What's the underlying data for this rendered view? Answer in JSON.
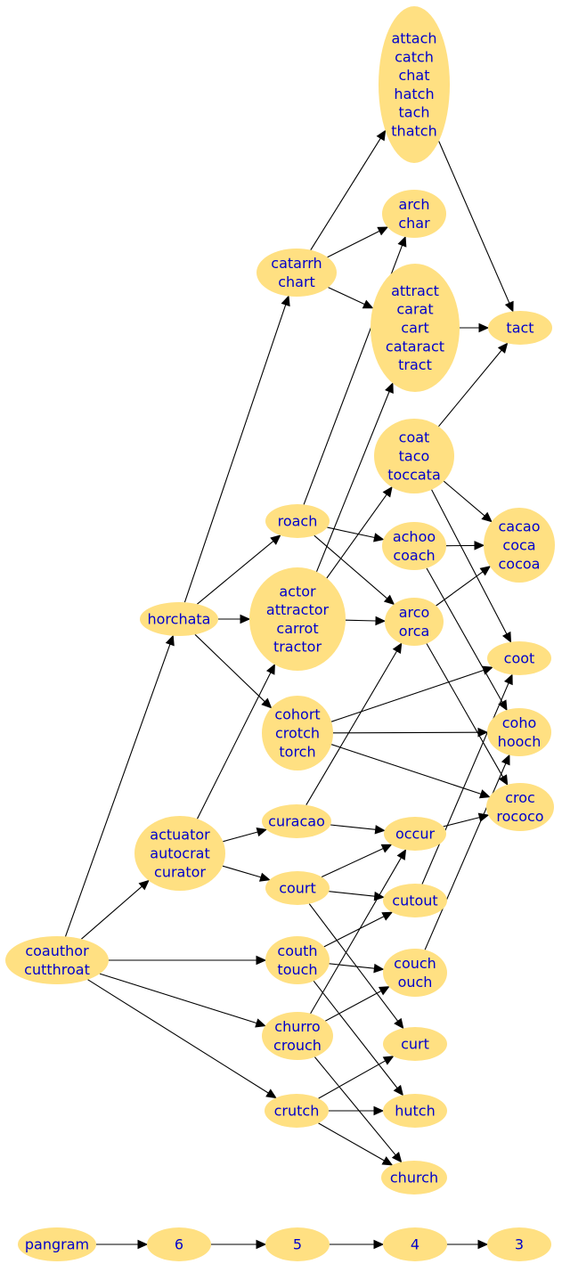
{
  "colors": {
    "node_fill": "#ffe082",
    "node_text": "#0000cc",
    "edge": "#000000"
  },
  "nodes": [
    {
      "id": "attach",
      "lines": [
        "attach",
        "catch",
        "chat",
        "hatch",
        "tach",
        "thatch"
      ]
    },
    {
      "id": "arch",
      "lines": [
        "arch",
        "char"
      ]
    },
    {
      "id": "catarrh",
      "lines": [
        "catarrh",
        "chart"
      ]
    },
    {
      "id": "attract",
      "lines": [
        "attract",
        "carat",
        "cart",
        "cataract",
        "tract"
      ]
    },
    {
      "id": "tact",
      "lines": [
        "tact"
      ]
    },
    {
      "id": "coat",
      "lines": [
        "coat",
        "taco",
        "toccata"
      ]
    },
    {
      "id": "roach",
      "lines": [
        "roach"
      ]
    },
    {
      "id": "achoo",
      "lines": [
        "achoo",
        "coach"
      ]
    },
    {
      "id": "cacao",
      "lines": [
        "cacao",
        "coca",
        "cocoa"
      ]
    },
    {
      "id": "horchata",
      "lines": [
        "horchata"
      ]
    },
    {
      "id": "actor",
      "lines": [
        "actor",
        "attractor",
        "carrot",
        "tractor"
      ]
    },
    {
      "id": "arco",
      "lines": [
        "arco",
        "orca"
      ]
    },
    {
      "id": "coot",
      "lines": [
        "coot"
      ]
    },
    {
      "id": "cohort",
      "lines": [
        "cohort",
        "crotch",
        "torch"
      ]
    },
    {
      "id": "coho",
      "lines": [
        "coho",
        "hooch"
      ]
    },
    {
      "id": "croc",
      "lines": [
        "croc",
        "rococo"
      ]
    },
    {
      "id": "curacao",
      "lines": [
        "curacao"
      ]
    },
    {
      "id": "actuator",
      "lines": [
        "actuator",
        "autocrat",
        "curator"
      ]
    },
    {
      "id": "occur",
      "lines": [
        "occur"
      ]
    },
    {
      "id": "court",
      "lines": [
        "court"
      ]
    },
    {
      "id": "cutout",
      "lines": [
        "cutout"
      ]
    },
    {
      "id": "coauthor",
      "lines": [
        "coauthor",
        "cutthroat"
      ]
    },
    {
      "id": "couth",
      "lines": [
        "couth",
        "touch"
      ]
    },
    {
      "id": "couch",
      "lines": [
        "couch",
        "ouch"
      ]
    },
    {
      "id": "churro",
      "lines": [
        "churro",
        "crouch"
      ]
    },
    {
      "id": "curt",
      "lines": [
        "curt"
      ]
    },
    {
      "id": "crutch",
      "lines": [
        "crutch"
      ]
    },
    {
      "id": "hutch",
      "lines": [
        "hutch"
      ]
    },
    {
      "id": "church",
      "lines": [
        "church"
      ]
    },
    {
      "id": "pangram",
      "lines": [
        "pangram"
      ]
    },
    {
      "id": "n6",
      "lines": [
        "6"
      ]
    },
    {
      "id": "n5",
      "lines": [
        "5"
      ]
    },
    {
      "id": "n4",
      "lines": [
        "4"
      ]
    },
    {
      "id": "n3",
      "lines": [
        "3"
      ]
    }
  ],
  "edges": [
    {
      "from": "coauthor",
      "to": "horchata"
    },
    {
      "from": "coauthor",
      "to": "actuator"
    },
    {
      "from": "coauthor",
      "to": "couth"
    },
    {
      "from": "coauthor",
      "to": "churro"
    },
    {
      "from": "coauthor",
      "to": "crutch"
    },
    {
      "from": "horchata",
      "to": "catarrh"
    },
    {
      "from": "horchata",
      "to": "roach"
    },
    {
      "from": "horchata",
      "to": "actor"
    },
    {
      "from": "horchata",
      "to": "cohort"
    },
    {
      "from": "actuator",
      "to": "actor"
    },
    {
      "from": "actuator",
      "to": "curacao"
    },
    {
      "from": "actuator",
      "to": "court"
    },
    {
      "from": "catarrh",
      "to": "attach"
    },
    {
      "from": "catarrh",
      "to": "arch"
    },
    {
      "from": "catarrh",
      "to": "attract"
    },
    {
      "from": "roach",
      "to": "arch"
    },
    {
      "from": "roach",
      "to": "achoo"
    },
    {
      "from": "roach",
      "to": "arco"
    },
    {
      "from": "actor",
      "to": "attract"
    },
    {
      "from": "actor",
      "to": "coat"
    },
    {
      "from": "actor",
      "to": "arco"
    },
    {
      "from": "cohort",
      "to": "coot"
    },
    {
      "from": "cohort",
      "to": "coho"
    },
    {
      "from": "cohort",
      "to": "croc"
    },
    {
      "from": "curacao",
      "to": "arco"
    },
    {
      "from": "curacao",
      "to": "occur"
    },
    {
      "from": "court",
      "to": "occur"
    },
    {
      "from": "court",
      "to": "cutout"
    },
    {
      "from": "court",
      "to": "curt"
    },
    {
      "from": "couth",
      "to": "cutout"
    },
    {
      "from": "couth",
      "to": "couch"
    },
    {
      "from": "couth",
      "to": "hutch"
    },
    {
      "from": "churro",
      "to": "occur"
    },
    {
      "from": "churro",
      "to": "couch"
    },
    {
      "from": "churro",
      "to": "church"
    },
    {
      "from": "crutch",
      "to": "curt"
    },
    {
      "from": "crutch",
      "to": "hutch"
    },
    {
      "from": "crutch",
      "to": "church"
    },
    {
      "from": "attach",
      "to": "tact"
    },
    {
      "from": "attract",
      "to": "tact"
    },
    {
      "from": "coat",
      "to": "tact"
    },
    {
      "from": "coat",
      "to": "cacao"
    },
    {
      "from": "coat",
      "to": "coot"
    },
    {
      "from": "achoo",
      "to": "cacao"
    },
    {
      "from": "achoo",
      "to": "coho"
    },
    {
      "from": "arco",
      "to": "cacao"
    },
    {
      "from": "arco",
      "to": "croc"
    },
    {
      "from": "occur",
      "to": "croc"
    },
    {
      "from": "cutout",
      "to": "coot"
    },
    {
      "from": "couch",
      "to": "coho"
    },
    {
      "from": "pangram",
      "to": "n6"
    },
    {
      "from": "n6",
      "to": "n5"
    },
    {
      "from": "n5",
      "to": "n4"
    },
    {
      "from": "n4",
      "to": "n3"
    }
  ]
}
